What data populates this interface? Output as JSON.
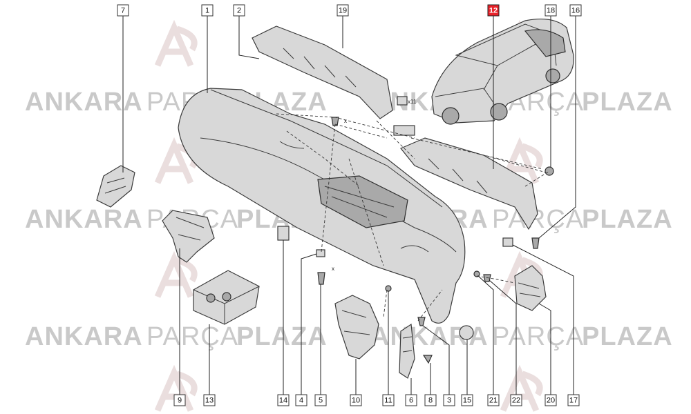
{
  "watermark": {
    "left": "ANKARA",
    "mid": "PARÇA",
    "right": "PLAZA"
  },
  "callouts": [
    {
      "n": "7"
    },
    {
      "n": "1"
    },
    {
      "n": "2"
    },
    {
      "n": "19"
    },
    {
      "n": "12",
      "highlight": true
    },
    {
      "n": "18"
    },
    {
      "n": "16"
    },
    {
      "n": "9"
    },
    {
      "n": "13"
    },
    {
      "n": "14"
    },
    {
      "n": "4"
    },
    {
      "n": "5"
    },
    {
      "n": "10"
    },
    {
      "n": "11"
    },
    {
      "n": "6"
    },
    {
      "n": "8"
    },
    {
      "n": "3"
    },
    {
      "n": "15"
    },
    {
      "n": "21"
    },
    {
      "n": "22"
    },
    {
      "n": "20"
    },
    {
      "n": "17"
    }
  ],
  "notes": {
    "qty_x11": "x11",
    "x_a": "x",
    "x_b": "x"
  },
  "colors": {
    "highlight": "#e8232a",
    "watermark": "#c9c9c9"
  }
}
